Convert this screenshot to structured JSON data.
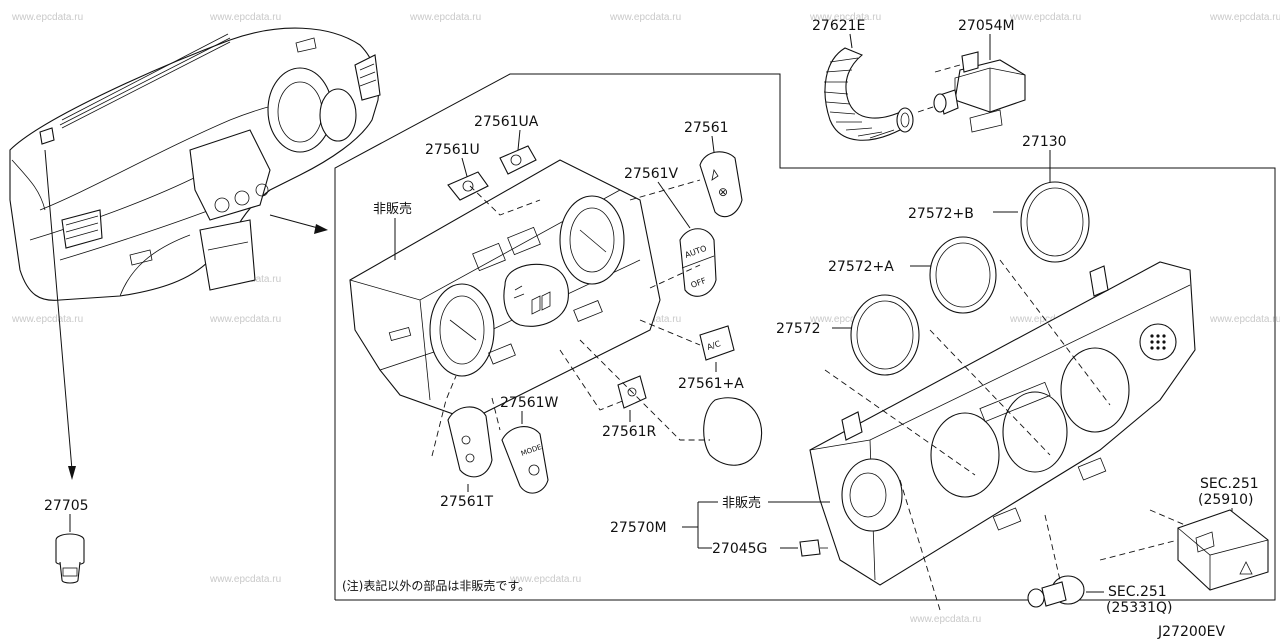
{
  "watermark": "www.epcdata.ru",
  "diagram_code": "J27200EV",
  "note": "(注)表記以外の部品は非販売です。",
  "not_sold_label": "非販売",
  "callouts": {
    "hose_27621E": "27621E",
    "motor_27054M": "27054M",
    "panel_27130": "27130",
    "ring_27572B": "27572+B",
    "ring_27572A": "27572+A",
    "ring_27572": "27572",
    "knob_27561UA": "27561UA",
    "knob_27561U": "27561U",
    "knob_27561": "27561",
    "knob_27561V": "27561V",
    "knob_27561A": "27561+A",
    "knob_27561W": "27561W",
    "knob_27561R": "27561R",
    "knob_27561T": "27561T",
    "assy_27570M": "27570M",
    "bulb_27045G": "27045G",
    "sensor_27705": "27705",
    "sec_251_a": "SEC.251",
    "sec_25910": "(25910)",
    "sec_251_b": "SEC.251",
    "sec_25331Q": "(25331Q)"
  },
  "button_labels": {
    "auto": "AUTO",
    "off": "OFF",
    "ac": "A/C",
    "mode": "MODE"
  }
}
